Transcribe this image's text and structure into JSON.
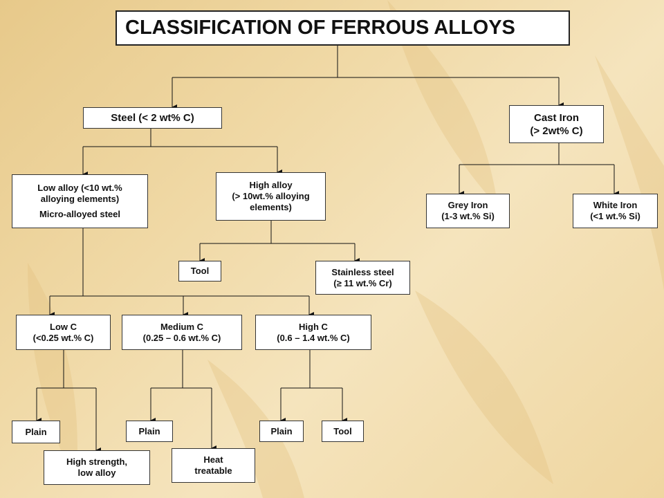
{
  "title": "CLASSIFICATION OF FERROUS ALLOYS",
  "nodes": {
    "steel": {
      "line1": "Steel (< 2 wt% C)"
    },
    "cast_iron": {
      "line1": "Cast Iron",
      "line2": "(> 2wt% C)"
    },
    "low_alloy": {
      "line1": "Low alloy (<10 wt.%",
      "line2": "alloying elements)",
      "line3": "Micro-alloyed steel"
    },
    "high_alloy": {
      "line1": "High alloy",
      "line2": "(> 10wt.% alloying",
      "line3": "elements)"
    },
    "grey_iron": {
      "line1": "Grey Iron",
      "line2": "(1-3 wt.% Si)"
    },
    "white_iron": {
      "line1": "White Iron",
      "line2": "(<1 wt.% Si)"
    },
    "tool_high": {
      "line1": "Tool"
    },
    "stainless": {
      "line1": "Stainless steel",
      "line2": "(≥ 11 wt.% Cr)"
    },
    "low_c": {
      "line1": "Low C",
      "line2": "(<0.25 wt.% C)"
    },
    "medium_c": {
      "line1": "Medium C",
      "line2": "(0.25 – 0.6 wt.% C)"
    },
    "high_c": {
      "line1": "High  C",
      "line2": "(0.6 – 1.4  wt.% C)"
    },
    "plain_low": {
      "line1": "Plain"
    },
    "hsla": {
      "line1": "High strength,",
      "line2": "low alloy"
    },
    "plain_med": {
      "line1": "Plain"
    },
    "heat_treatable": {
      "line1": "Heat",
      "line2": "treatable"
    },
    "plain_high": {
      "line1": "Plain"
    },
    "tool_c": {
      "line1": "Tool"
    }
  }
}
